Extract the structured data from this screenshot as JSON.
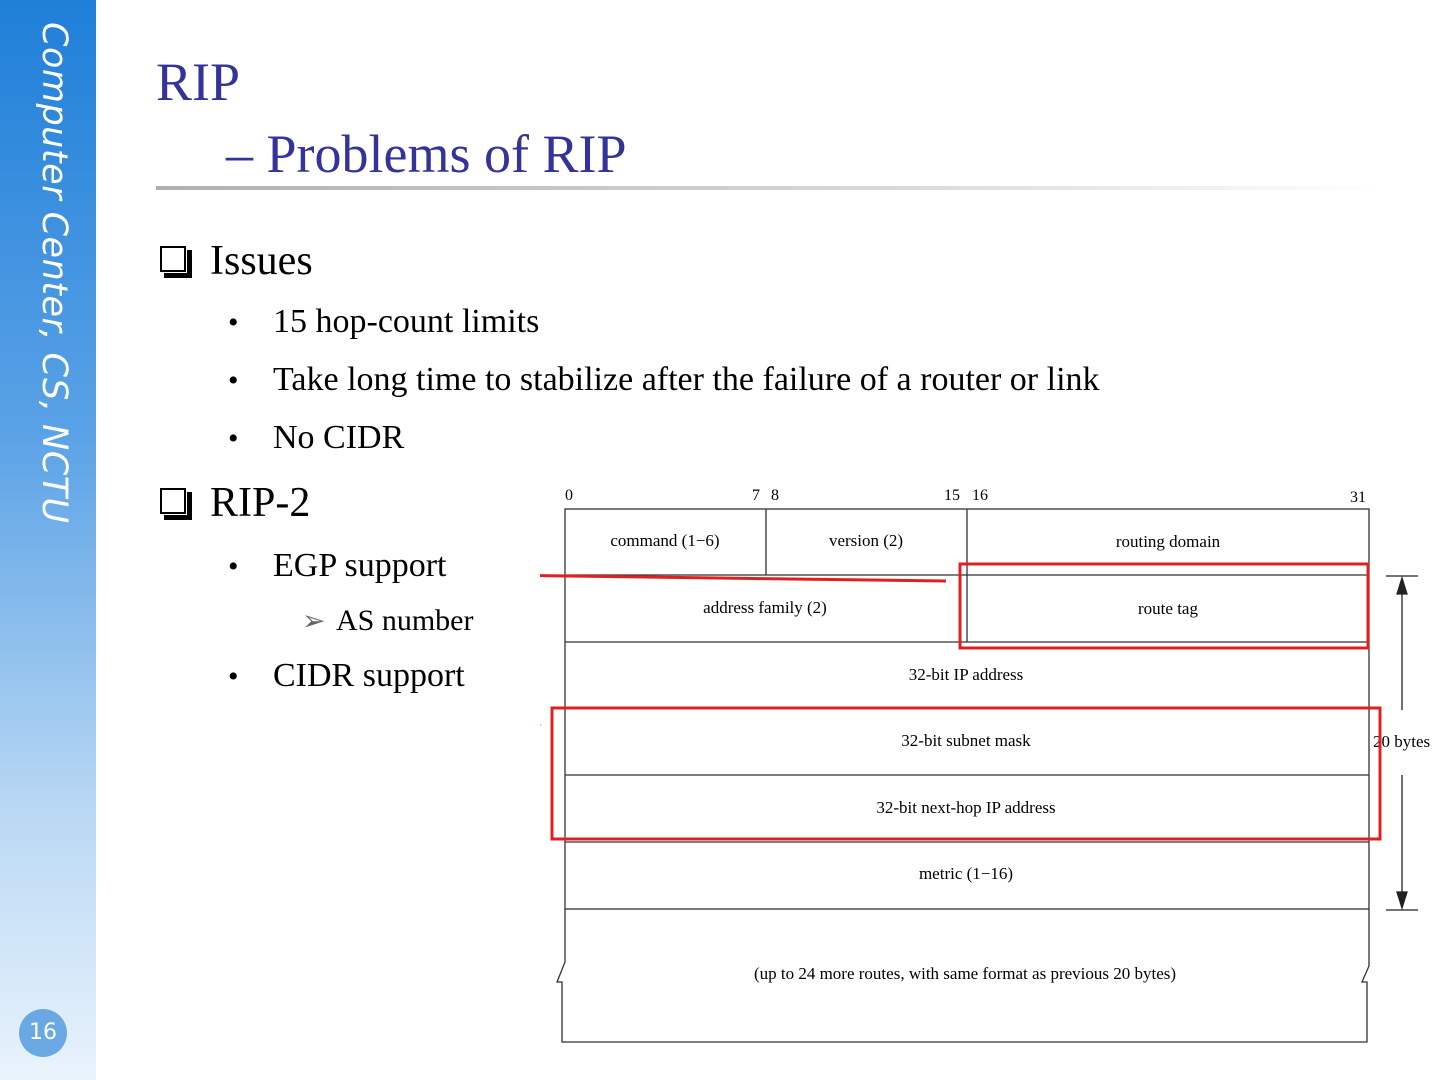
{
  "sidebar": {
    "org_text": "Computer Center, CS, NCTU",
    "page_number": "16"
  },
  "title": {
    "line1": "RIP",
    "line2": "– Problems of RIP"
  },
  "bullets": {
    "issues": {
      "heading": "Issues",
      "items": [
        "15 hop-count limits",
        "Take long time to stabilize after the failure of a router or link",
        "No CIDR"
      ]
    },
    "rip2": {
      "heading": "RIP-2",
      "egp": "EGP support",
      "egp_sub": "AS number",
      "cidr": "CIDR support"
    }
  },
  "diagram": {
    "bit_labels": [
      "0",
      "7",
      "8",
      "15",
      "16",
      "31"
    ],
    "fields": {
      "command": "command (1−6)",
      "version": "version (2)",
      "routing_domain": "routing domain",
      "address_family": "address family (2)",
      "route_tag": "route tag",
      "ip_address": "32-bit IP address",
      "subnet_mask": "32-bit subnet mask",
      "next_hop": "32-bit next-hop IP address",
      "metric": "metric (1−16)",
      "more_routes": "(up to 24 more routes, with same format as previous 20 bytes)"
    },
    "size_label": "20 bytes",
    "highlight_color": "#e02020"
  }
}
